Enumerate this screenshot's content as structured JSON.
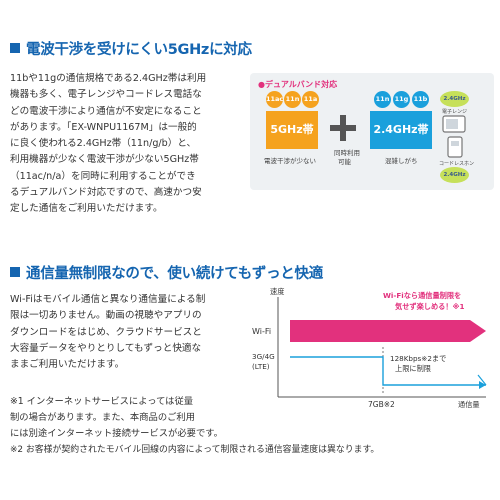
{
  "section1": {
    "title": "電波干渉を受けにくい5GHzに対応",
    "paragraph": [
      "11bや11gの通信規格である2.4GHz帯は利用",
      "機器も多く、電子レンジやコードレス電話な",
      "どの電波干渉により通信が不安定になること",
      "があります。「EX-WNPU1167M」は一般的",
      "に良く使われる2.4GHz帯（11n/g/b）と、",
      "利用機器が少なく電波干渉が少ない5GHz帯",
      "（11ac/n/a）を同時に利用することができ",
      "るデュアルバンド対応ですので、高速かつ安",
      "定した通信をご利用いただけます。"
    ]
  },
  "dual_band": {
    "title": "●デュアルバンド対応",
    "band5_circles": [
      "11ac",
      "11n",
      "11a"
    ],
    "band5_label": "5GHz帯",
    "band5_caption": "電波干渉が少ない",
    "center_caption": [
      "同時利用",
      "可能"
    ],
    "band24_circles": [
      "11n",
      "11g",
      "11b"
    ],
    "band24_label": "2.4GHz帯",
    "band24_caption": "混雑しがち",
    "interference_top": [
      "2.4GHz",
      "電子レンジ"
    ],
    "interference_bottom": [
      "コードレスホン",
      "2.4GHz"
    ],
    "colors": {
      "orange": "#f5a21e",
      "blue": "#1aa0dc",
      "pink": "#e2317d",
      "green": "#c6e05a"
    }
  },
  "section2": {
    "title": "通信量無制限なので、使い続けてもずっと快適",
    "paragraph": [
      "Wi-Fiはモバイル通信と異なり通信量による制",
      "限は一切ありません。動画の視聴やアプリの",
      "ダウンロードをはじめ、クラウドサービスと",
      "大容量データをやりとりしてもずっと快適な",
      "ままご利用いただけます。"
    ],
    "notes": [
      "※1 インターネットサービスによっては従量",
      "制の場合があります。また、本商品のご利用",
      "には別途インターネット接続サービスが必要です。",
      "※2 お客様が契約されたモバイル回線の内容によって制限される通信容量速度は異なります。"
    ]
  },
  "chart_data": {
    "type": "line",
    "ylabel": "速度",
    "xlabel": "通信量",
    "x_marker": "7GB※2",
    "series": [
      {
        "name": "Wi-Fi",
        "color": "#e2317d",
        "annotation": [
          "Wi-Fiなら通信量制限を",
          "気せず楽しめる！※1"
        ]
      },
      {
        "name": "3G/4G (LTE)",
        "color": "#1aa0dc",
        "annotation": [
          "128Kbps※2まで",
          "上限に制限"
        ]
      }
    ],
    "lte_label_lines": [
      "3G/4G",
      "(LTE)"
    ]
  }
}
